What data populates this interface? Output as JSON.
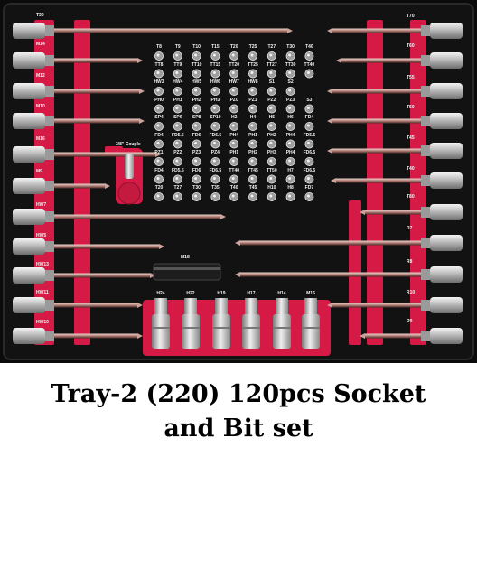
{
  "left_labels": [
    "T30",
    "M14",
    "M12",
    "M10",
    "M16",
    "M9",
    "HW7",
    "HW5",
    "HW13",
    "HW11",
    "HW10"
  ],
  "right_labels": [
    "T70",
    "T60",
    "T55",
    "T50",
    "T45",
    "T40",
    "T80",
    "R7",
    "R8",
    "R10",
    "R9"
  ],
  "bit_rows": [
    [
      "T8",
      "T9",
      "T10",
      "T15",
      "T20",
      "T25",
      "T27",
      "T30",
      "T40"
    ],
    [
      "TT8",
      "TT9",
      "TT10",
      "TT15",
      "TT20",
      "TT25",
      "TT27",
      "TT30",
      "TT40"
    ],
    [
      "HW3",
      "HW4",
      "HW5",
      "HW6",
      "HW7",
      "HW8",
      "S1",
      "S2",
      ""
    ],
    [
      "PH0",
      "PH1",
      "PH2",
      "PH3",
      "PZ0",
      "PZ1",
      "PZ2",
      "PZ3",
      "S3"
    ],
    [
      "SP4",
      "SP6",
      "SP8",
      "SP10",
      "H2",
      "H4",
      "H5",
      "H6",
      "FD4"
    ],
    [
      "FD4",
      "FD5.5",
      "FD6",
      "FD6.5",
      "PH4",
      "PH1",
      "PH2",
      "PH4",
      "FD5.5"
    ],
    [
      "PZ1",
      "PZ2",
      "PZ3",
      "PZ4",
      "PH1",
      "PH2",
      "PH3",
      "PH4",
      "FD6.5"
    ],
    [
      "FD4",
      "FD5.5",
      "FD6",
      "FD6.5",
      "TT40",
      "TT45",
      "TT50",
      "H7",
      "FD6.5"
    ],
    [
      "T20",
      "T27",
      "T30",
      "T35",
      "T40",
      "T45",
      "H10",
      "H8",
      "FD7"
    ]
  ],
  "adapter_label": "3/8\" Couple",
  "m18_label": "M18",
  "stubby_labels": [
    "H24",
    "H22",
    "H19",
    "H17",
    "H14",
    "M16"
  ],
  "caption_line1": "Tray-2 (220) 120pcs Socket",
  "caption_line2": "and Bit set",
  "colors": {
    "tray": "#0b0b0b",
    "slot": "#d51b45",
    "metal": "#c8c8c8",
    "background": "#ffffff"
  }
}
